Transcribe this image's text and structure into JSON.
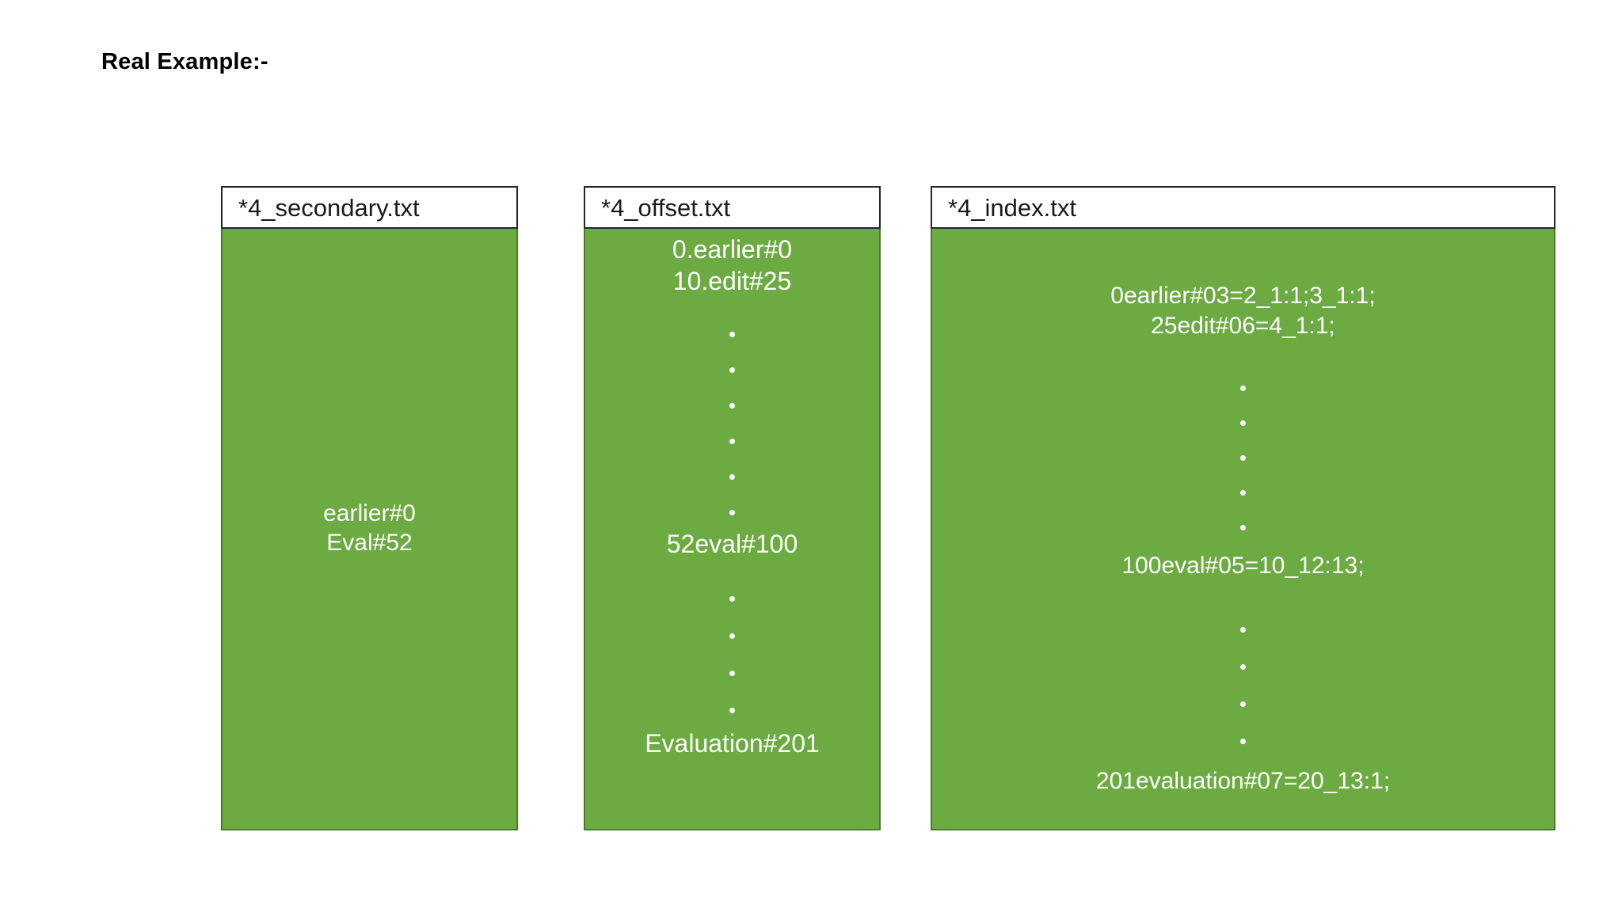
{
  "page": {
    "title": "Real Example:-",
    "background_color": "#ffffff",
    "box_fill_color": "#6cab42",
    "box_border_color": "#262626",
    "text_color_on_fill": "#ffffff"
  },
  "boxes": [
    {
      "id": "secondary",
      "header": "*4_secondary.txt",
      "lines": [
        {
          "type": "text",
          "text": "earlier#0"
        },
        {
          "type": "text",
          "text": "Eval#52"
        }
      ]
    },
    {
      "id": "offset",
      "header": "*4_offset.txt",
      "lines": [
        {
          "type": "text",
          "text": "0.earlier#0"
        },
        {
          "type": "text",
          "text": "10.edit#25"
        },
        {
          "type": "ellipsis",
          "count": 6
        },
        {
          "type": "text",
          "text": "52eval#100"
        },
        {
          "type": "ellipsis",
          "count": 4
        },
        {
          "type": "text",
          "text": "Evaluation#201"
        }
      ]
    },
    {
      "id": "index",
      "header": "*4_index.txt",
      "lines": [
        {
          "type": "text",
          "text": "0earlier#03=2_1:1;3_1:1;"
        },
        {
          "type": "text",
          "text": "25edit#06=4_1:1;"
        },
        {
          "type": "ellipsis",
          "count": 5
        },
        {
          "type": "text",
          "text": "100eval#05=10_12:13;"
        },
        {
          "type": "ellipsis",
          "count": 4
        },
        {
          "type": "text",
          "text": "201evaluation#07=20_13:1;"
        }
      ]
    }
  ]
}
